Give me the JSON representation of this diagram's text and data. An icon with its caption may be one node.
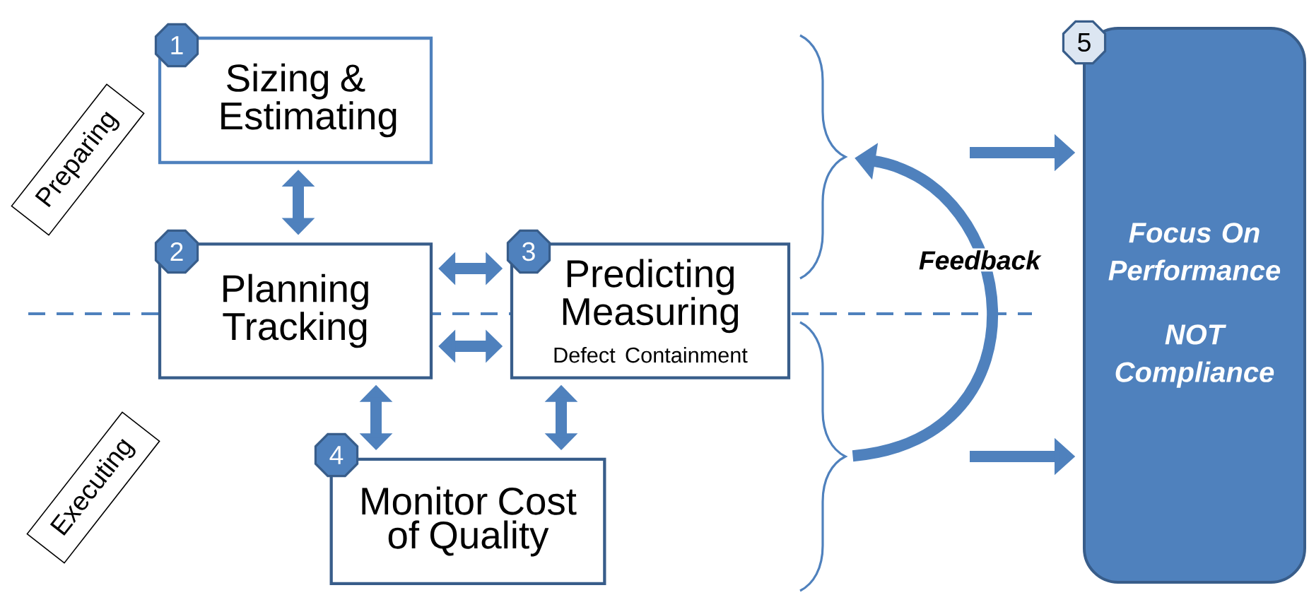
{
  "diagram": {
    "nodes": [
      {
        "text": [
          "1",
          "Sizing & Estimating"
        ]
      },
      {
        "text": [
          "2",
          "Planning Tracking"
        ]
      },
      {
        "text": [
          "3",
          "Predicting Measuring",
          "Defect Containment"
        ]
      },
      {
        "text": [
          "4",
          "Monitor Cost of Quality"
        ]
      },
      {
        "text": [
          "5",
          "Focus On Performance",
          "NOT Compliance"
        ]
      },
      {
        "text": [
          "Preparing"
        ]
      },
      {
        "text": [
          "Executing"
        ]
      },
      {
        "text": [],
        "shape": "brace"
      },
      {
        "text": [],
        "shape": "brace"
      }
    ],
    "edges": [
      {
        "from": 0,
        "to": 1,
        "arrow": "both"
      },
      {
        "from": 1,
        "to": 2,
        "arrow": "both"
      },
      {
        "from": 1,
        "to": 2,
        "arrow": "both"
      },
      {
        "from": 1,
        "to": 3,
        "arrow": "both"
      },
      {
        "from": 2,
        "to": 3,
        "arrow": "both"
      },
      {
        "from": null,
        "to": 4,
        "arrow": "to"
      },
      {
        "from": null,
        "to": 4,
        "arrow": "to"
      },
      {
        "from": 8,
        "to": 7,
        "arrow": "to",
        "label": "Feedback"
      }
    ]
  }
}
